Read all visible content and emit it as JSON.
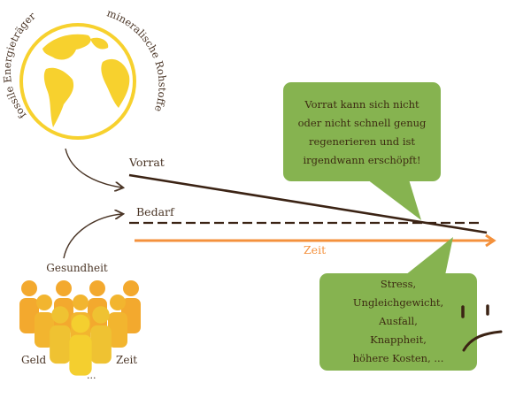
{
  "globe": {
    "arc_left": "fossile Energieträger",
    "arc_right": "mineralische Rohstoffe"
  },
  "lines": {
    "supply_label": "Vorrat",
    "demand_label": "Bedarf",
    "time_label": "Zeit"
  },
  "people": {
    "top_label": "Gesundheit",
    "left_label": "Geld",
    "right_label": "Zeit",
    "bottom_label": "..."
  },
  "bubble_top": {
    "lines": [
      "Vorrat kann sich nicht",
      "oder nicht schnell genug",
      "regenerieren und ist",
      "irgendwann erschöpft!"
    ]
  },
  "bubble_bottom": {
    "lines": [
      "Stress,",
      "Ungleichgewicht,",
      "Ausfall,",
      "Knappheit,",
      "höhere Kosten, ..."
    ]
  },
  "colors": {
    "bubble": "#86b350",
    "globe": "#f7d12e",
    "arrow": "#f4913c",
    "line": "#3b2314"
  }
}
